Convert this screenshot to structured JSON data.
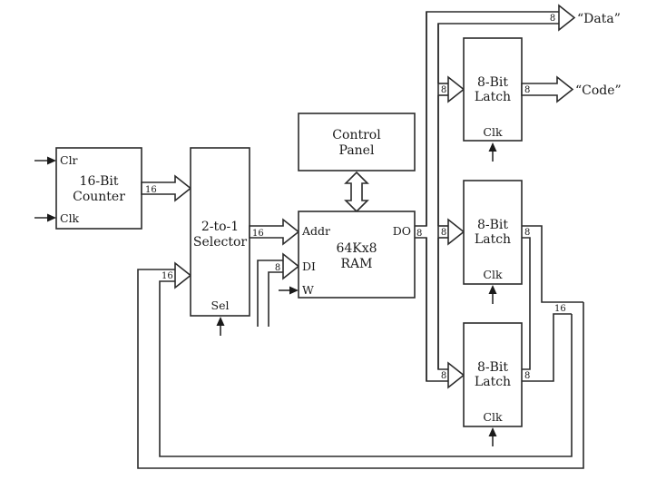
{
  "diagram": {
    "blocks": {
      "counter": {
        "title_line1": "16-Bit",
        "title_line2": "Counter",
        "pin_clr": "Clr",
        "pin_clk": "Clk"
      },
      "selector": {
        "title_line1": "2-to-1",
        "title_line2": "Selector",
        "pin_sel": "Sel"
      },
      "control_panel": {
        "title_line1": "Control",
        "title_line2": "Panel"
      },
      "ram": {
        "title_line1": "64Kx8",
        "title_line2": "RAM",
        "pin_addr": "Addr",
        "pin_di": "DI",
        "pin_w": "W",
        "pin_do": "DO"
      },
      "latch_top": {
        "title_line1": "8-Bit",
        "title_line2": "Latch",
        "pin_clk": "Clk"
      },
      "latch_mid": {
        "title_line1": "8-Bit",
        "title_line2": "Latch",
        "pin_clk": "Clk"
      },
      "latch_bot": {
        "title_line1": "8-Bit",
        "title_line2": "Latch",
        "pin_clk": "Clk"
      }
    },
    "bus_widths": {
      "counter_to_selector": "16",
      "selector_to_ram": "16",
      "feedback_to_selector": "16",
      "data_in_to_ram": "8",
      "ram_do": "8",
      "to_data_output": "8",
      "to_latch_top": "8",
      "to_latch_mid": "8",
      "to_latch_bot": "8",
      "latch_top_out": "8",
      "latch_mid_out": "8",
      "latch_bot_out": "8",
      "combined_16": "16"
    },
    "outputs": {
      "data": "“Data”",
      "code": "“Code”"
    }
  }
}
